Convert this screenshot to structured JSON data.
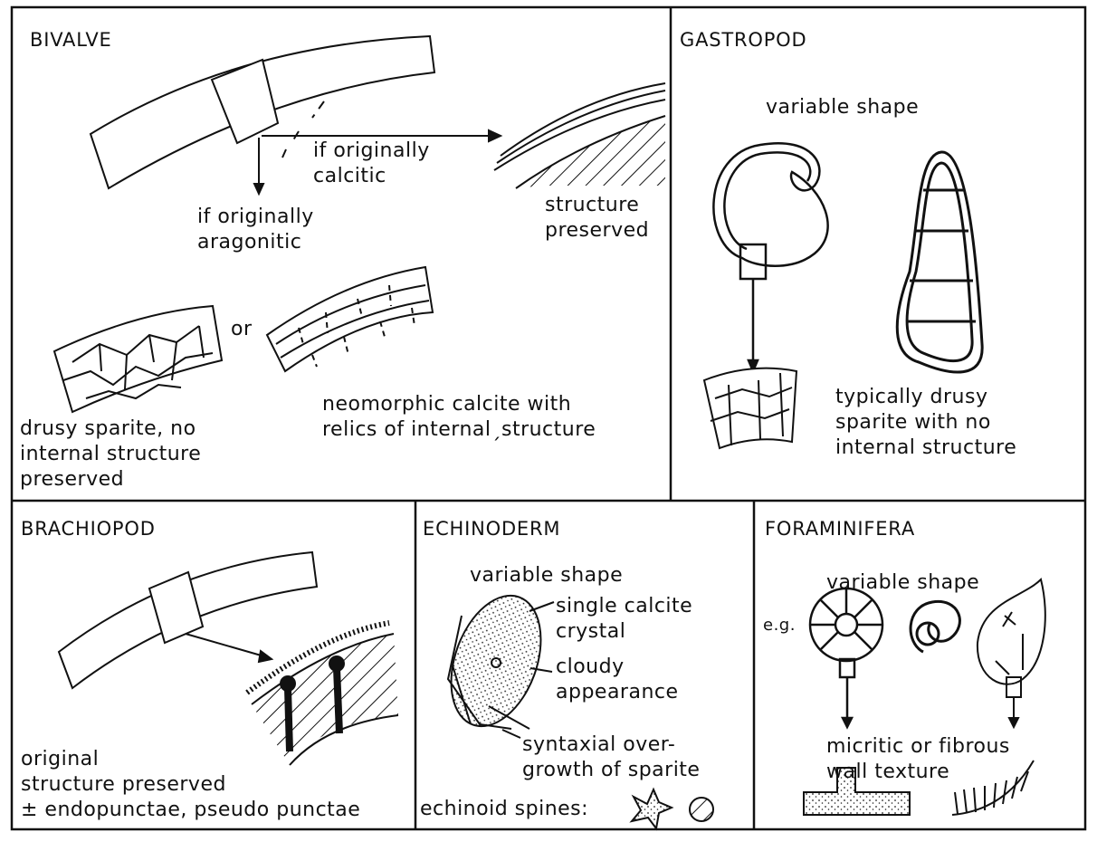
{
  "bivalve": {
    "heading": "BIVALVE",
    "calcitic": [
      "if originally",
      "calcitic"
    ],
    "aragonitic": [
      "if originally",
      "aragonitic"
    ],
    "preserved": [
      "structure",
      "preserved"
    ],
    "or": "or",
    "drusy": [
      "drusy sparite, no",
      "internal structure",
      "preserved"
    ],
    "neomorphic": [
      "neomorphic calcite with",
      "relics of internalˏstructure"
    ]
  },
  "gastropod": {
    "heading": "GASTROPOD",
    "shape": "variable shape",
    "note": [
      "typically drusy",
      "sparite with no",
      "internal structure"
    ]
  },
  "brachiopod": {
    "heading": "BRACHIOPOD",
    "note": [
      "original",
      "structure preserved",
      "± endopunctae, pseudo punctae"
    ]
  },
  "echinoderm": {
    "heading": "ECHINODERM",
    "shape": "variable shape",
    "crystal": [
      "single calcite",
      "crystal"
    ],
    "cloudy": [
      "cloudy",
      "appearance"
    ],
    "overgrowth": [
      "syntaxial over-",
      "growth of sparite"
    ],
    "spines": "echinoid spines:"
  },
  "foraminifera": {
    "heading": "FORAMINIFERA",
    "shape": "variable shape",
    "eg": "e.g.",
    "wall": [
      "micritic or fibrous",
      "wall texture"
    ]
  }
}
